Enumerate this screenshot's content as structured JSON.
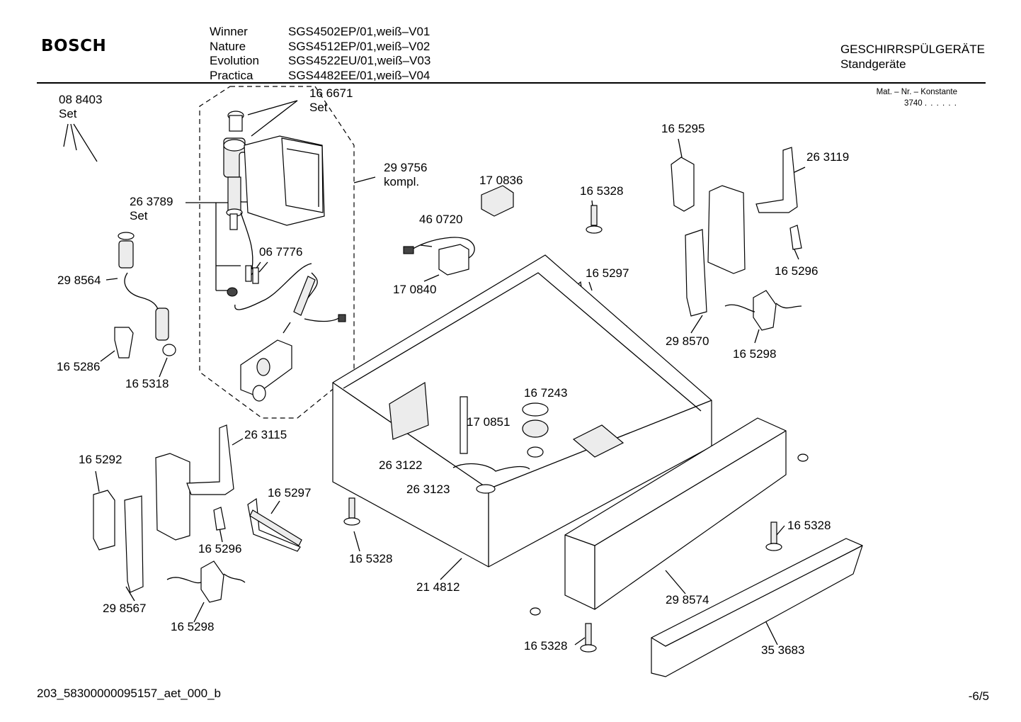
{
  "brand": "BOSCH",
  "models": [
    {
      "name": "Winner",
      "code": "SGS4502EP/01,weiß–V01"
    },
    {
      "name": "Nature",
      "code": "SGS4512EP/01,weiß–V02"
    },
    {
      "name": "Evolution",
      "code": "SGS4522EU/01,weiß–V03"
    },
    {
      "name": "Practica",
      "code": "SGS4482EE/01,weiß–V04"
    }
  ],
  "category": {
    "title": "GESCHIRRSPÜLGERÄTE",
    "subtitle": "Standgeräte"
  },
  "material": {
    "label": "Mat. – Nr. – Konstante",
    "value": "3740",
    "dots": ". .   . . . ."
  },
  "parts": {
    "p088403": "08 8403",
    "p088403_sub": "Set",
    "p166671": "16 6671",
    "p166671_sub": "Set",
    "p299756": "29 9756",
    "p299756_sub": "kompl.",
    "p263789": "26 3789",
    "p263789_sub": "Set",
    "p067776": "06 7776",
    "p298564": "29 8564",
    "p165286": "16 5286",
    "p165318": "16 5318",
    "p170836": "17 0836",
    "p460720": "46 0720",
    "p170840": "17 0840",
    "p165328_a": "16 5328",
    "p165297_a": "16 5297",
    "p165295": "16 5295",
    "p263119": "26 3119",
    "p165296_a": "16 5296",
    "p298570": "29 8570",
    "p165298_a": "16 5298",
    "p167243": "16 7243",
    "p170851": "17 0851",
    "p263122": "26 3122",
    "p263123": "26 3123",
    "p263115": "26 3115",
    "p165292": "16 5292",
    "p165297_b": "16 5297",
    "p165296_b": "16 5296",
    "p298567": "29 8567",
    "p165298_b": "16 5298",
    "p165328_b": "16 5328",
    "p214812": "21 4812",
    "p165328_c": "16 5328",
    "p298574": "29 8574",
    "p165328_d": "16 5328",
    "p353683": "35 3683"
  },
  "footer": {
    "doc_id": "203_58300000095157_aet_000_b",
    "page": "-6/5"
  }
}
